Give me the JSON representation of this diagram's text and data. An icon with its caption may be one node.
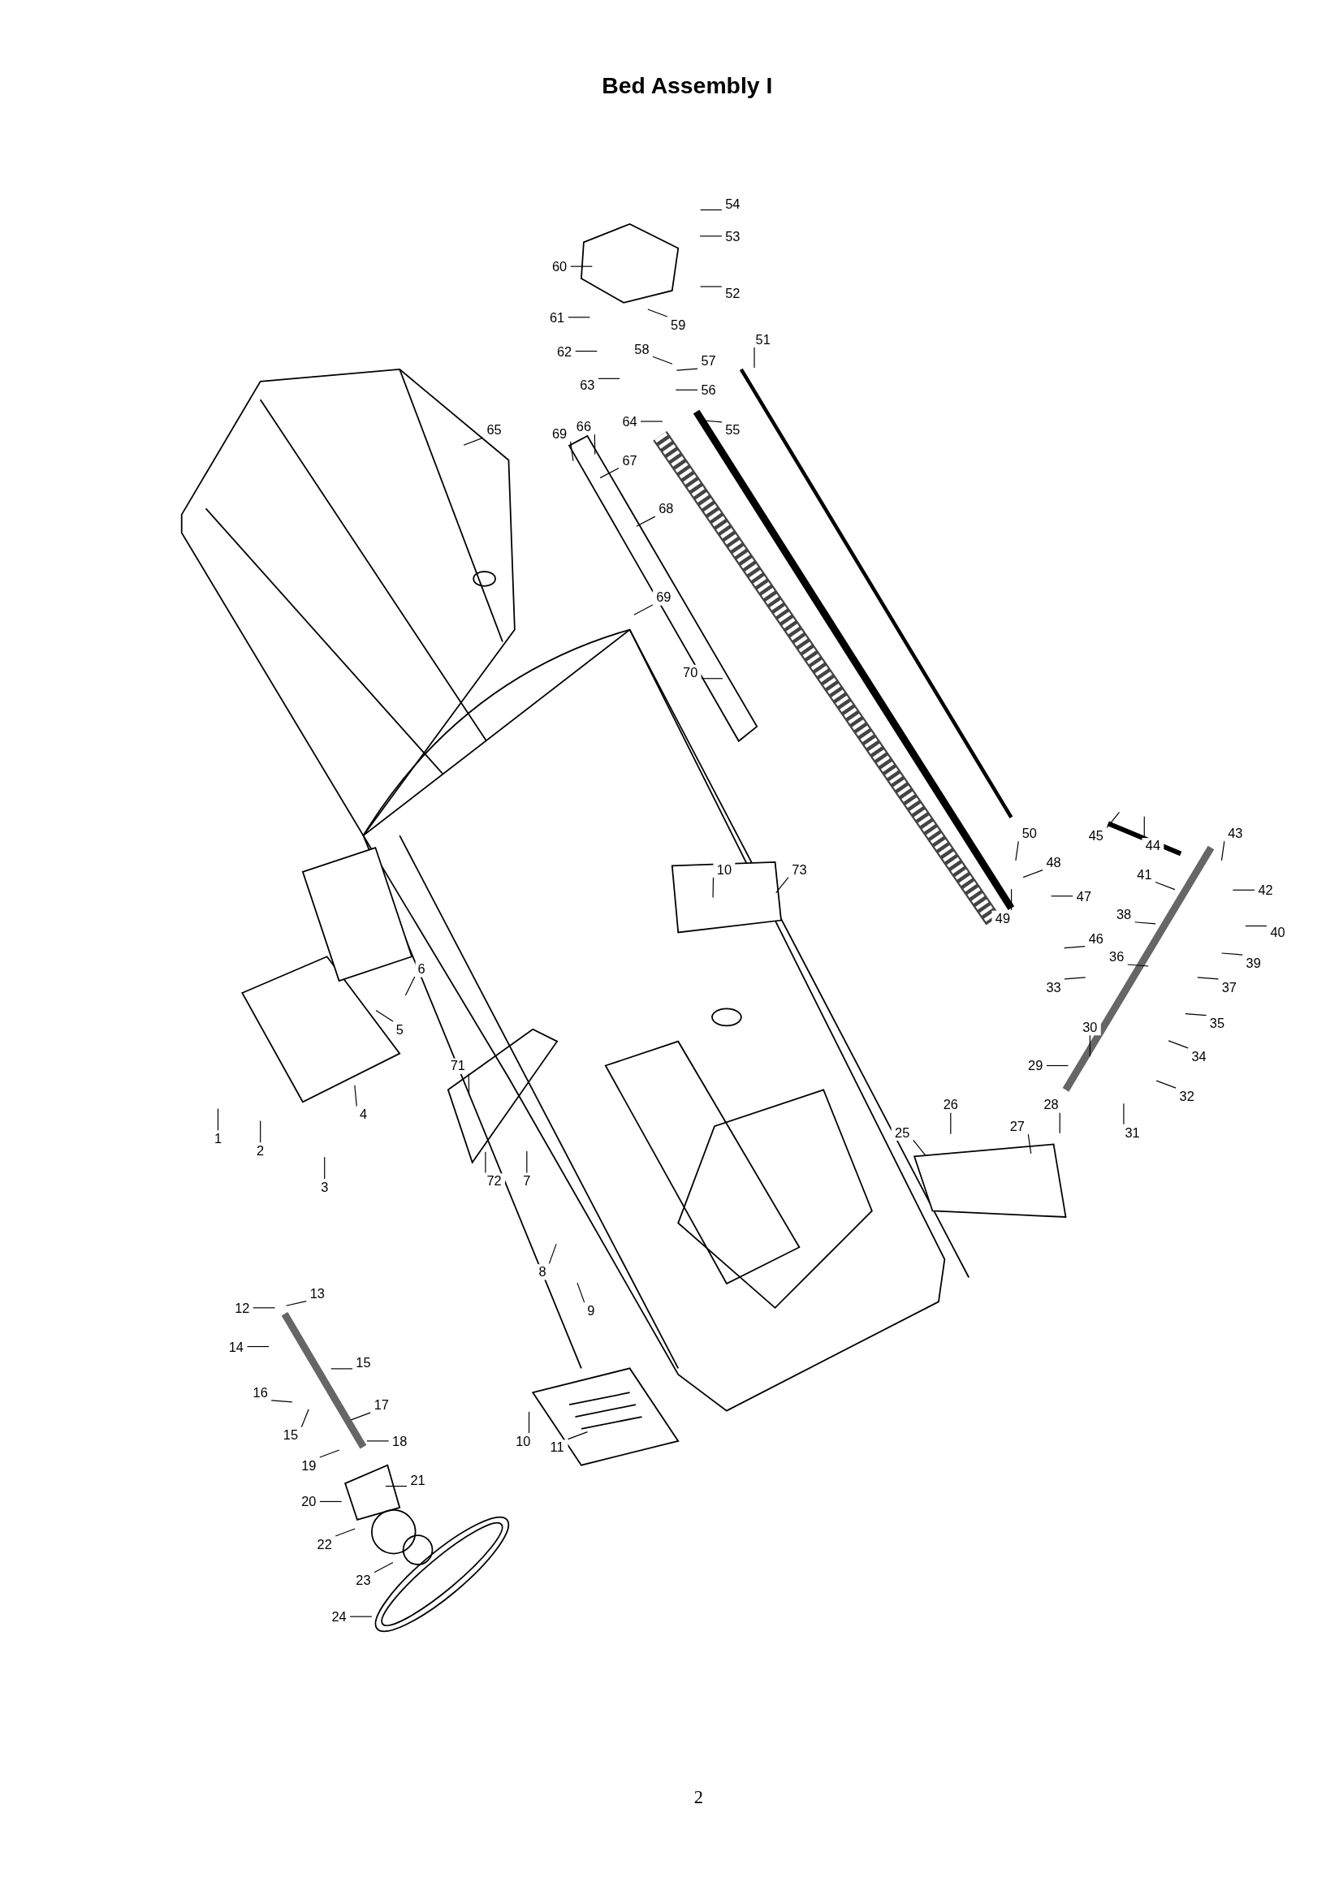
{
  "diagram": {
    "title": "Bed Assembly I",
    "nodes": [
      {
        "text": [
          "1"
        ]
      },
      {
        "text": [
          "2"
        ]
      },
      {
        "text": [
          "3"
        ]
      },
      {
        "text": [
          "4"
        ]
      },
      {
        "text": [
          "5"
        ]
      },
      {
        "text": [
          "6"
        ]
      },
      {
        "text": [
          "7"
        ]
      },
      {
        "text": [
          "8"
        ]
      },
      {
        "text": [
          "9"
        ]
      },
      {
        "text": [
          "10"
        ]
      },
      {
        "text": [
          "73"
        ]
      },
      {
        "text": [
          "71"
        ]
      },
      {
        "text": [
          "72"
        ]
      },
      {
        "text": [
          "10"
        ]
      },
      {
        "text": [
          "11"
        ]
      },
      {
        "text": [
          "12"
        ]
      },
      {
        "text": [
          "13"
        ]
      },
      {
        "text": [
          "14"
        ]
      },
      {
        "text": [
          "15"
        ]
      },
      {
        "text": [
          "16"
        ]
      },
      {
        "text": [
          "15"
        ]
      },
      {
        "text": [
          "17"
        ]
      },
      {
        "text": [
          "18"
        ]
      },
      {
        "text": [
          "19"
        ]
      },
      {
        "text": [
          "21"
        ]
      },
      {
        "text": [
          "20"
        ]
      },
      {
        "text": [
          "22"
        ]
      },
      {
        "text": [
          "23"
        ]
      },
      {
        "text": [
          "24"
        ]
      },
      {
        "text": [
          "25"
        ]
      },
      {
        "text": [
          "26"
        ]
      },
      {
        "text": [
          "27"
        ]
      },
      {
        "text": [
          "28"
        ]
      },
      {
        "text": [
          "29"
        ]
      },
      {
        "text": [
          "30"
        ]
      },
      {
        "text": [
          "31"
        ]
      },
      {
        "text": [
          "32"
        ]
      },
      {
        "text": [
          "33"
        ]
      },
      {
        "text": [
          "34"
        ]
      },
      {
        "text": [
          "35"
        ]
      },
      {
        "text": [
          "36"
        ]
      },
      {
        "text": [
          "37"
        ]
      },
      {
        "text": [
          "38"
        ]
      },
      {
        "text": [
          "39"
        ]
      },
      {
        "text": [
          "40"
        ]
      },
      {
        "text": [
          "41"
        ]
      },
      {
        "text": [
          "42"
        ]
      },
      {
        "text": [
          "43"
        ]
      },
      {
        "text": [
          "44"
        ]
      },
      {
        "text": [
          "45"
        ]
      },
      {
        "text": [
          "46"
        ]
      },
      {
        "text": [
          "47"
        ]
      },
      {
        "text": [
          "48"
        ]
      },
      {
        "text": [
          "49"
        ]
      },
      {
        "text": [
          "50"
        ]
      },
      {
        "text": [
          "51"
        ]
      },
      {
        "text": [
          "52"
        ]
      },
      {
        "text": [
          "53"
        ]
      },
      {
        "text": [
          "54"
        ]
      },
      {
        "text": [
          "55"
        ]
      },
      {
        "text": [
          "56"
        ]
      },
      {
        "text": [
          "57"
        ]
      },
      {
        "text": [
          "58"
        ]
      },
      {
        "text": [
          "59"
        ]
      },
      {
        "text": [
          "60"
        ]
      },
      {
        "text": [
          "61"
        ]
      },
      {
        "text": [
          "62"
        ]
      },
      {
        "text": [
          "63"
        ]
      },
      {
        "text": [
          "64"
        ]
      },
      {
        "text": [
          "65"
        ]
      },
      {
        "text": [
          "69"
        ]
      },
      {
        "text": [
          "66"
        ]
      },
      {
        "text": [
          "67"
        ]
      },
      {
        "text": [
          "68"
        ]
      },
      {
        "text": [
          "69"
        ]
      },
      {
        "text": [
          "70"
        ]
      }
    ],
    "edges": [
      {
        "from": 0,
        "to": null,
        "arrow": "none"
      },
      {
        "from": 1,
        "to": null,
        "arrow": "none"
      },
      {
        "from": 2,
        "to": null,
        "arrow": "none"
      },
      {
        "from": 3,
        "to": null,
        "arrow": "none"
      },
      {
        "from": 4,
        "to": null,
        "arrow": "none"
      },
      {
        "from": 5,
        "to": null,
        "arrow": "none"
      },
      {
        "from": 6,
        "to": null,
        "arrow": "none"
      },
      {
        "from": 7,
        "to": null,
        "arrow": "none"
      },
      {
        "from": 8,
        "to": null,
        "arrow": "none"
      },
      {
        "from": 9,
        "to": null,
        "arrow": "none"
      },
      {
        "from": 10,
        "to": null,
        "arrow": "none"
      },
      {
        "from": 11,
        "to": null,
        "arrow": "none"
      },
      {
        "from": 12,
        "to": null,
        "arrow": "none"
      },
      {
        "from": 13,
        "to": null,
        "arrow": "none"
      },
      {
        "from": 14,
        "to": null,
        "arrow": "none"
      },
      {
        "from": 15,
        "to": null,
        "arrow": "none"
      },
      {
        "from": 16,
        "to": null,
        "arrow": "none"
      },
      {
        "from": 17,
        "to": null,
        "arrow": "none"
      },
      {
        "from": 18,
        "to": null,
        "arrow": "none"
      },
      {
        "from": 19,
        "to": null,
        "arrow": "none"
      },
      {
        "from": 20,
        "to": null,
        "arrow": "none"
      },
      {
        "from": 21,
        "to": null,
        "arrow": "none"
      },
      {
        "from": 22,
        "to": null,
        "arrow": "none"
      },
      {
        "from": 23,
        "to": null,
        "arrow": "none"
      },
      {
        "from": 24,
        "to": null,
        "arrow": "none"
      },
      {
        "from": 25,
        "to": null,
        "arrow": "none"
      },
      {
        "from": 26,
        "to": null,
        "arrow": "none"
      },
      {
        "from": 27,
        "to": null,
        "arrow": "none"
      },
      {
        "from": 28,
        "to": null,
        "arrow": "none"
      },
      {
        "from": 29,
        "to": null,
        "arrow": "none"
      },
      {
        "from": 30,
        "to": null,
        "arrow": "none"
      },
      {
        "from": 31,
        "to": null,
        "arrow": "none"
      },
      {
        "from": 32,
        "to": null,
        "arrow": "none"
      },
      {
        "from": 33,
        "to": null,
        "arrow": "none"
      },
      {
        "from": 34,
        "to": null,
        "arrow": "none"
      },
      {
        "from": 35,
        "to": null,
        "arrow": "none"
      },
      {
        "from": 36,
        "to": null,
        "arrow": "none"
      },
      {
        "from": 37,
        "to": null,
        "arrow": "none"
      },
      {
        "from": 38,
        "to": null,
        "arrow": "none"
      },
      {
        "from": 39,
        "to": null,
        "arrow": "none"
      },
      {
        "from": 40,
        "to": null,
        "arrow": "none"
      },
      {
        "from": 41,
        "to": null,
        "arrow": "none"
      },
      {
        "from": 42,
        "to": null,
        "arrow": "none"
      },
      {
        "from": 43,
        "to": null,
        "arrow": "none"
      },
      {
        "from": 44,
        "to": null,
        "arrow": "none"
      },
      {
        "from": 45,
        "to": null,
        "arrow": "none"
      },
      {
        "from": 46,
        "to": null,
        "arrow": "none"
      },
      {
        "from": 47,
        "to": null,
        "arrow": "none"
      },
      {
        "from": 48,
        "to": null,
        "arrow": "none"
      },
      {
        "from": 49,
        "to": null,
        "arrow": "none"
      },
      {
        "from": 50,
        "to": null,
        "arrow": "none"
      },
      {
        "from": 51,
        "to": null,
        "arrow": "none"
      },
      {
        "from": 52,
        "to": null,
        "arrow": "none"
      },
      {
        "from": 53,
        "to": null,
        "arrow": "none"
      },
      {
        "from": 54,
        "to": null,
        "arrow": "none"
      },
      {
        "from": 55,
        "to": null,
        "arrow": "none"
      },
      {
        "from": 56,
        "to": null,
        "arrow": "none"
      },
      {
        "from": 57,
        "to": null,
        "arrow": "none"
      },
      {
        "from": 58,
        "to": null,
        "arrow": "none"
      },
      {
        "from": 59,
        "to": null,
        "arrow": "none"
      },
      {
        "from": 60,
        "to": null,
        "arrow": "none"
      },
      {
        "from": 61,
        "to": null,
        "arrow": "none"
      },
      {
        "from": 62,
        "to": null,
        "arrow": "none"
      },
      {
        "from": 63,
        "to": null,
        "arrow": "none"
      },
      {
        "from": 64,
        "to": null,
        "arrow": "none"
      },
      {
        "from": 65,
        "to": null,
        "arrow": "none"
      },
      {
        "from": 66,
        "to": null,
        "arrow": "none"
      },
      {
        "from": 67,
        "to": null,
        "arrow": "none"
      },
      {
        "from": 68,
        "to": null,
        "arrow": "none"
      },
      {
        "from": 69,
        "to": null,
        "arrow": "none"
      },
      {
        "from": 70,
        "to": null,
        "arrow": "none"
      },
      {
        "from": 71,
        "to": null,
        "arrow": "none"
      },
      {
        "from": 72,
        "to": null,
        "arrow": "none"
      },
      {
        "from": 73,
        "to": null,
        "arrow": "none"
      },
      {
        "from": 74,
        "to": null,
        "arrow": "none"
      },
      {
        "from": 75,
        "to": null,
        "arrow": "none"
      }
    ],
    "labels": [
      "2"
    ]
  }
}
